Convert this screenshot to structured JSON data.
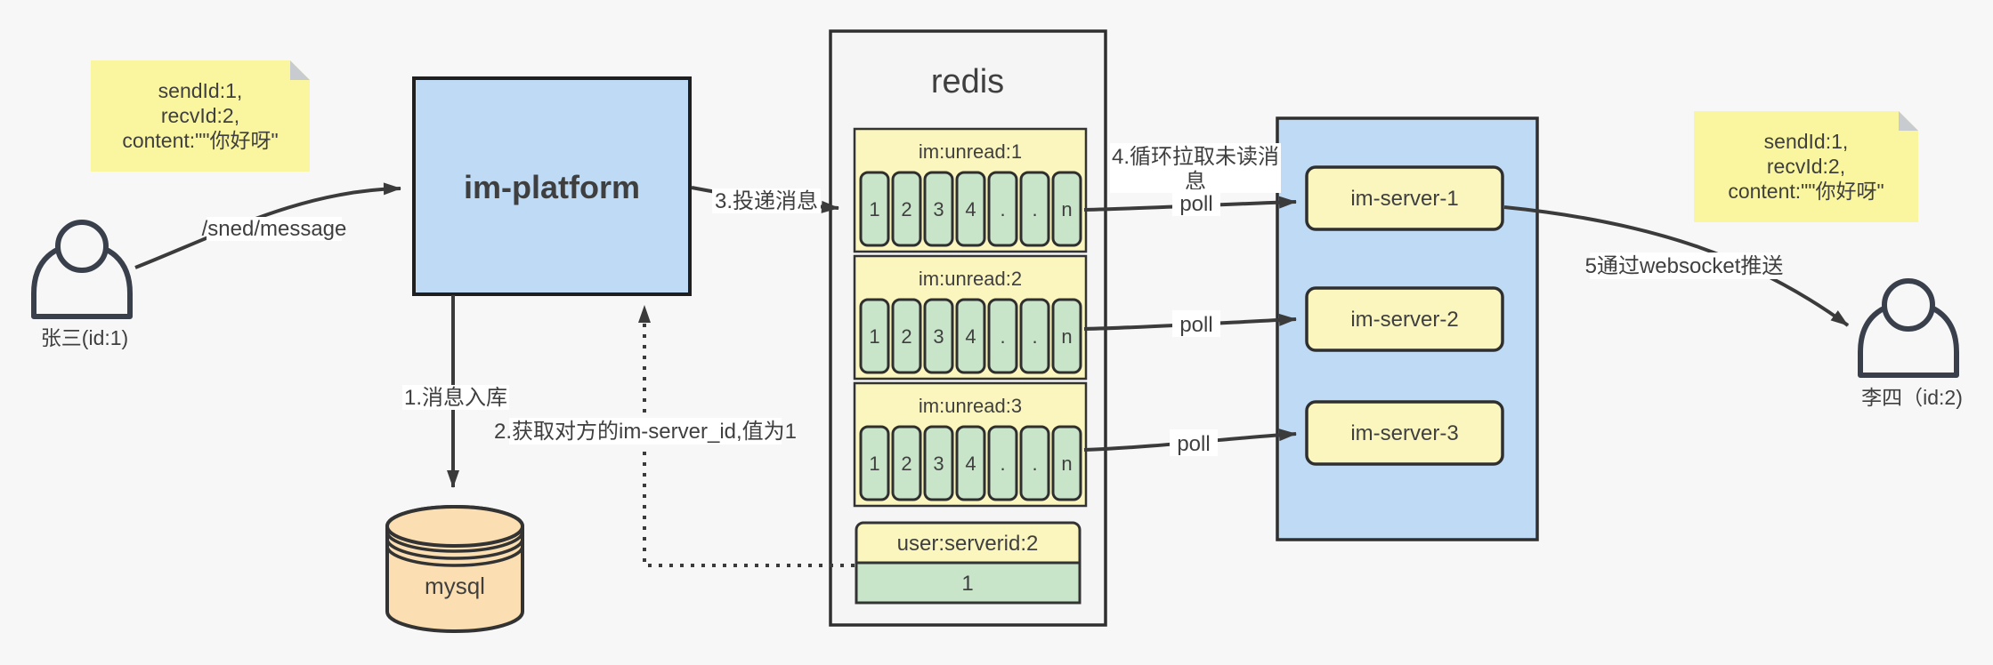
{
  "diagram": {
    "colors": {
      "background": "#F7F7F7",
      "node_blue": "#BEDAF4",
      "sticky_yellow": "#FAF6A0",
      "pale_yellow": "#FBF6BE",
      "cell_green": "#C8E5C9",
      "mysql_orange": "#FBDFB2",
      "container_gray": "#F5F5F5",
      "line_dark": "#3B3B3B"
    },
    "sender": {
      "label": "张三(id:1)"
    },
    "receiver": {
      "label": "李四（id:2)"
    },
    "note_left": {
      "lines": [
        "sendId:1,",
        "recvId:2,",
        "content:\"\"你好呀\""
      ]
    },
    "note_right": {
      "lines": [
        "sendId:1,",
        "recvId:2,",
        "content:\"\"你好呀\""
      ]
    },
    "platform": {
      "label": "im-platform"
    },
    "mysql": {
      "label": "mysql"
    },
    "redis": {
      "title": "redis",
      "queues": [
        {
          "header": "im:unread:1",
          "cells": [
            "1",
            "2",
            "3",
            "4",
            ".",
            ".",
            "n"
          ]
        },
        {
          "header": "im:unread:2",
          "cells": [
            "1",
            "2",
            "3",
            "4",
            ".",
            ".",
            "n"
          ]
        },
        {
          "header": "im:unread:3",
          "cells": [
            "1",
            "2",
            "3",
            "4",
            ".",
            ".",
            "n"
          ]
        }
      ],
      "kv": {
        "header": "user:serverid:2",
        "value": "1"
      }
    },
    "servers": [
      {
        "label": "im-server-1"
      },
      {
        "label": "im-server-2"
      },
      {
        "label": "im-server-3"
      }
    ],
    "edges": {
      "send": "/sned/message",
      "step1": "1.消息入库",
      "step2": "2.获取对方的im-server_id,值为1",
      "step3": "3.投递消息",
      "step4_lines": [
        "4.循环拉取未读消",
        "息"
      ],
      "poll": "poll",
      "step5": "5通过websocket推送"
    }
  }
}
